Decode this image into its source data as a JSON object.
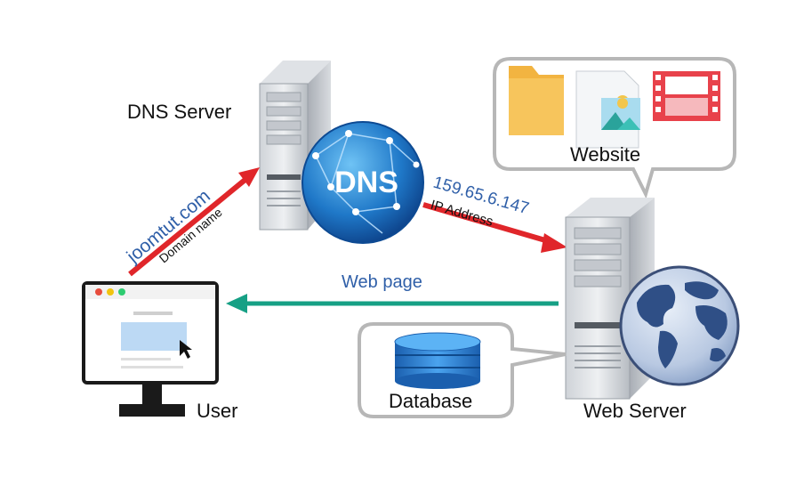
{
  "dns_server": {
    "label": "DNS Server",
    "globe_text": "DNS"
  },
  "user": {
    "label": "User"
  },
  "web_server": {
    "label": "Web Server"
  },
  "website_bubble": {
    "label": "Website"
  },
  "database_bubble": {
    "label": "Database"
  },
  "arrows": {
    "domain_value": "joomtut.com",
    "domain_caption": "Domain name",
    "ip_value": "159.65.6.147",
    "ip_caption": "IP Address",
    "webpage_caption": "Web page"
  },
  "colors": {
    "request_arrow": "#e0262a",
    "response_arrow": "#16a085",
    "link_text": "#2f5fa8",
    "dns_globe": "#1f78c8",
    "database": "#2b7fd0"
  }
}
